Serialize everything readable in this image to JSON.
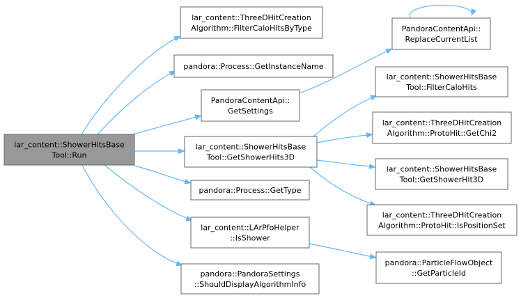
{
  "colors": {
    "edge": "#63b8ff",
    "node_fill": "#ffffff",
    "node_border": "#666666",
    "root_fill": "#999999",
    "root_border": "#666666",
    "text": "#000000"
  },
  "nodes": {
    "run": [
      "lar_content::ShowerHitsBase",
      "Tool::Run"
    ],
    "filter_calo_hits_by_type": [
      "lar_content::ThreeDHitCreation",
      "Algorithm::FilterCaloHitsByType"
    ],
    "get_instance_name": [
      "pandora::Process::GetInstanceName"
    ],
    "get_settings": [
      "PandoraContentApi::",
      "GetSettings"
    ],
    "get_shower_hits_3d": [
      "lar_content::ShowerHitsBase",
      "Tool::GetShowerHits3D"
    ],
    "get_type": [
      "pandora::Process::GetType"
    ],
    "is_shower": [
      "lar_content::LArPfoHelper",
      "::IsShower"
    ],
    "should_display": [
      "pandora::PandoraSettings",
      "::ShouldDisplayAlgorithmInfo"
    ],
    "replace_current_list": [
      "PandoraContentApi::",
      "ReplaceCurrentList"
    ],
    "filter_calo_hits": [
      "lar_content::ShowerHitsBase",
      "Tool::FilterCaloHits"
    ],
    "get_chi2": [
      "lar_content::ThreeDHitCreation",
      "Algorithm::ProtoHit::GetChi2"
    ],
    "get_shower_hit_3d": [
      "lar_content::ShowerHitsBase",
      "Tool::GetShowerHit3D"
    ],
    "is_position_set": [
      "lar_content::ThreeDHitCreation",
      "Algorithm::ProtoHit::IsPositionSet"
    ],
    "get_particle_id": [
      "pandora::ParticleFlowObject",
      "::GetParticleId"
    ]
  }
}
